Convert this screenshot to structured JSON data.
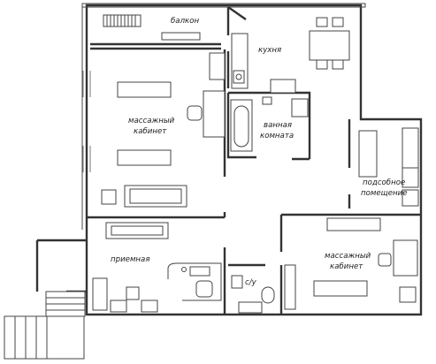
{
  "rooms": {
    "balcony": "балкон",
    "kitchen": "кухня",
    "massage_left_line1": "массажный",
    "massage_left_line2": "кабинет",
    "bathroom_line1": "ванная",
    "bathroom_line2": "комната",
    "utility_line1": "подсобное",
    "utility_line2": "помещение",
    "reception": "приемная",
    "wc": "с/у",
    "massage_right_line1": "массажный",
    "massage_right_line2": "кабинет"
  }
}
